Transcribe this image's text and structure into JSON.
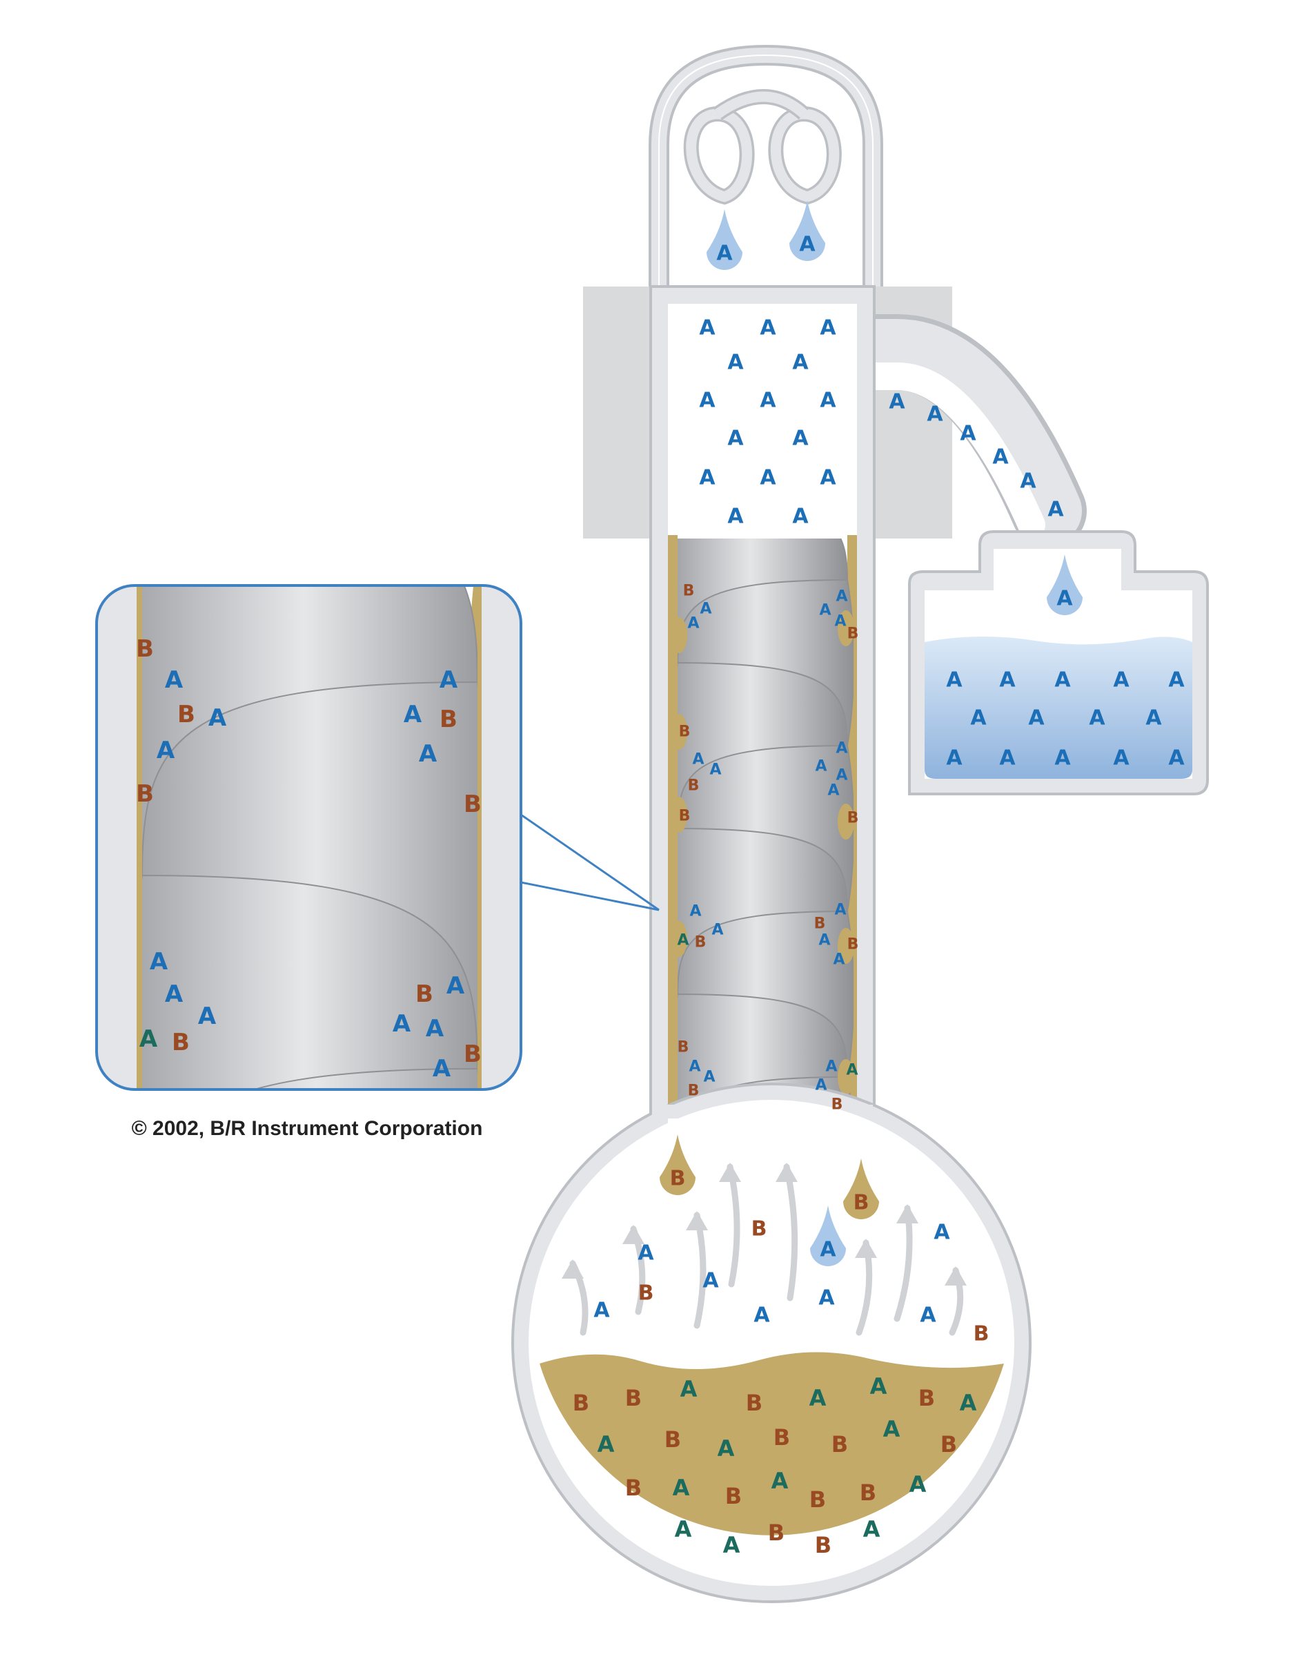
{
  "copyright": "© 2002, B/R Instrument Corporation",
  "colors": {
    "glass": "#e3e5e8",
    "glass_edge": "#bcc0c5",
    "label_blue": "#1c6fb6",
    "label_brown": "#9a4a22",
    "label_green": "#1b6b5e",
    "liquid_tan": "#c4aa68",
    "receiver_liquid": "#a9c7e8",
    "inset_border": "#3f82c4",
    "spiral_grey": "#aeb0b3",
    "arrow_grey": "#cfd1d4",
    "clamp_grey": "#d9dadc"
  },
  "label_a": "A",
  "label_b": "B"
}
